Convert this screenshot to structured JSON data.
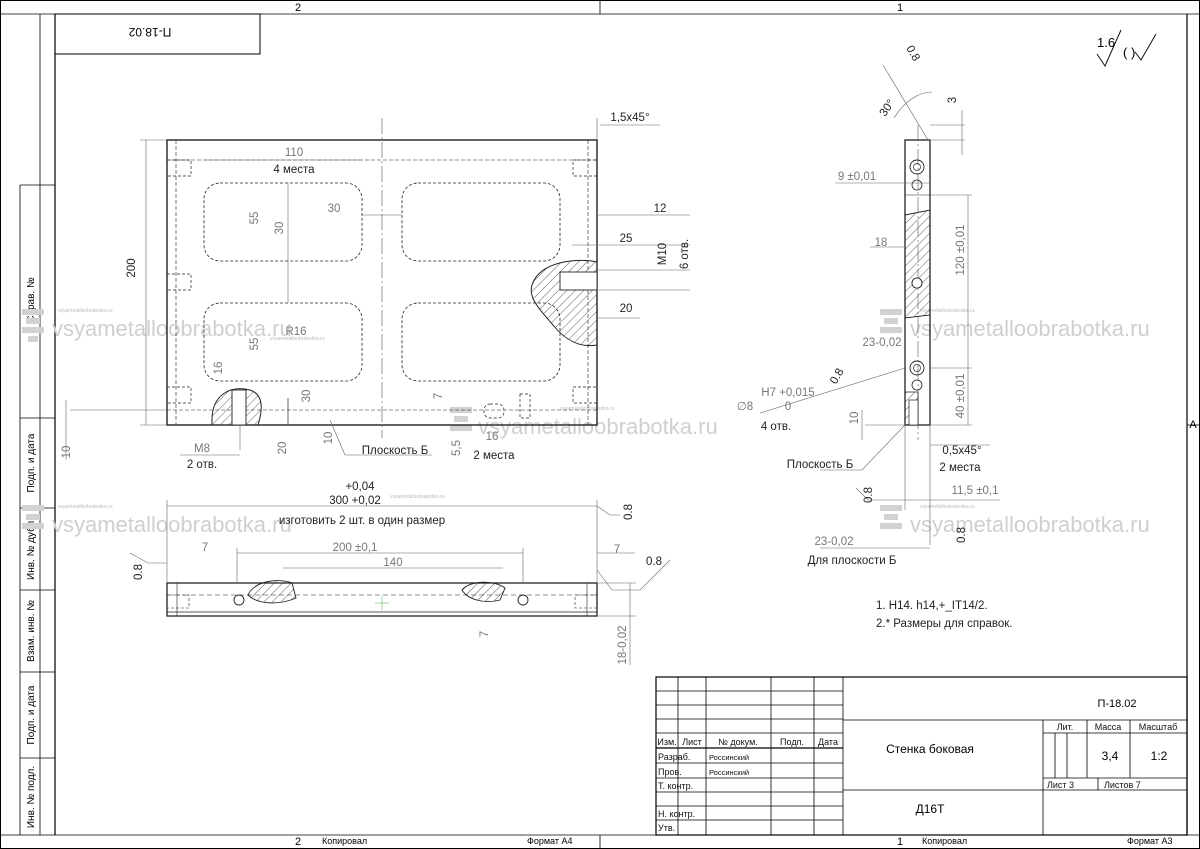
{
  "sheet": {
    "zone_2": "2",
    "zone_1": "1",
    "zone_A": "A",
    "mirrored_code": "П-18.02",
    "roughness_value": "1.6",
    "roughness_symbol": "( )",
    "copy_label": "Копировал",
    "format_a4": "Формат А4",
    "format_a3": "Формат А3"
  },
  "left_column": {
    "sprav_no": "Справ. №",
    "podp_data_1": "Подп. и дата",
    "inv_dubl": "Инв. № дубл.",
    "vzam_inv": "Взам. инв. №",
    "podp_data_2": "Подп. и дата",
    "inv_podl": "Инв. № подл."
  },
  "watermark": {
    "text": "vsyametalloobrabotka.ru",
    "small": "vsyametalloobrabotka.ru"
  },
  "front_view": {
    "dim_110": "110",
    "places_4": "4 места",
    "dim_55a": "55",
    "dim_30a": "30",
    "dim_30b": "30",
    "dim_200": "200",
    "dim_55b": "55",
    "r16": "R16",
    "dim_16a": "16",
    "dim_30c": "30",
    "dim_20a": "20",
    "dim_10a": "10",
    "dim_10b": "10",
    "m8": "M8",
    "holes_2": "2 отв.",
    "plane_b": "Плоскость Б",
    "dim_7": "7",
    "dim_5_5": "5,5",
    "dim_16b": "16",
    "places_2": "2 места",
    "chamfer": "1,5x45°",
    "dim_12": "12",
    "dim_25": "25",
    "m10": "M10",
    "holes_6": "6 отв.",
    "dim_20b": "20"
  },
  "plan_view": {
    "tol_04": "+0,04",
    "len_300": "300 +0,02",
    "note_make": "изготовить 2 шт. в один размер",
    "rough_08a": "0.8",
    "rough_08b": "0.8",
    "rough_08c": "0.8",
    "dim_7a": "7",
    "dim_200": "200 ±0,1",
    "dim_7b": "7",
    "dim_140": "140",
    "dim_7c": "7",
    "dim_18": "18-0,02"
  },
  "side_view": {
    "rough_08_top": "0.8",
    "angle_30": "30°",
    "dim_3": "3",
    "dim_9": "9 ±0,01",
    "dim_18": "18",
    "dim_120": "120 ±0,01",
    "dim_23": "23-0,02",
    "h7": "H7 +0,015",
    "h7_low": "0",
    "dia_8": "∅8",
    "holes_4": "4 отв.",
    "dim_10": "10",
    "dim_40": "40 ±0,01",
    "rough_08_mid": "0.8",
    "plane_b": "Плоскость Б",
    "chamfer": "0,5x45°",
    "places_2": "2 места",
    "rough_08_low": "0.8",
    "dim_11_5": "11,5 ±0,1",
    "rough_08_right": "0.8",
    "for_plane": "Для плоскости Б"
  },
  "notes": {
    "n1": "1.  H14. h14,+_IT14/2.",
    "n2": "2.* Размеры  для справок."
  },
  "title_block": {
    "code": "П-18.02",
    "lit": "Лит.",
    "mass": "Масса",
    "scale": "Масштаб",
    "izm": "Изм.",
    "list": "Лист",
    "doc_no": "№ докум.",
    "podp": "Подп.",
    "date": "Дата",
    "razrab": "Разраб.",
    "razrab_name": "Россинский",
    "prov": "Пров.",
    "prov_name": "Россинский",
    "t_kontr": "Т. контр.",
    "n_kontr": "Н. контр.",
    "utv": "Утв.",
    "part_name": "Стенка боковая",
    "mass_value": "3,4",
    "scale_value": "1:2",
    "sheet": "Лист 3",
    "sheets": "Листов  7",
    "material": "Д16Т"
  }
}
